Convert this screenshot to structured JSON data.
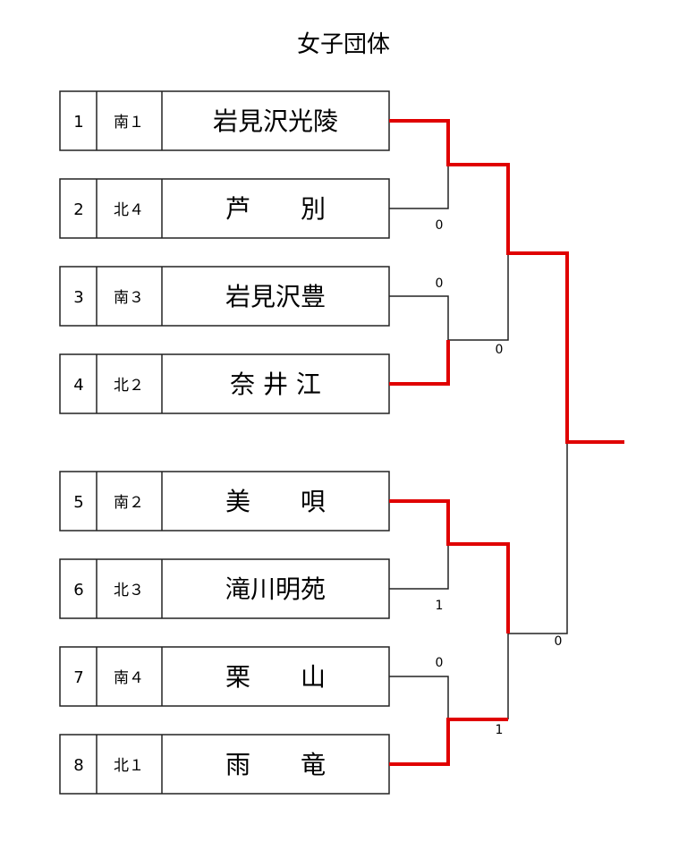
{
  "title": "女子団体",
  "colors": {
    "winner_line": "#e00000",
    "line": "#222222",
    "box_border": "#222222"
  },
  "teams": [
    {
      "no": "1",
      "seed": "南１",
      "name": "岩見沢光陵"
    },
    {
      "no": "2",
      "seed": "北４",
      "name": "芦　　別"
    },
    {
      "no": "3",
      "seed": "南３",
      "name": "岩見沢豊"
    },
    {
      "no": "4",
      "seed": "北２",
      "name": "奈 井 江"
    },
    {
      "no": "5",
      "seed": "南２",
      "name": "美　　唄"
    },
    {
      "no": "6",
      "seed": "北３",
      "name": "滝川明苑"
    },
    {
      "no": "7",
      "seed": "南４",
      "name": "栗　　山"
    },
    {
      "no": "8",
      "seed": "北１",
      "name": "雨　　竜"
    }
  ],
  "scores": {
    "r1_m1_team2": "0",
    "r1_m2_team3": "0",
    "r2_top_loser": "0",
    "r1_m3_team6": "1",
    "r1_m4_team7": "0",
    "r2_bottom_winner": "1",
    "final_loser": "0"
  }
}
